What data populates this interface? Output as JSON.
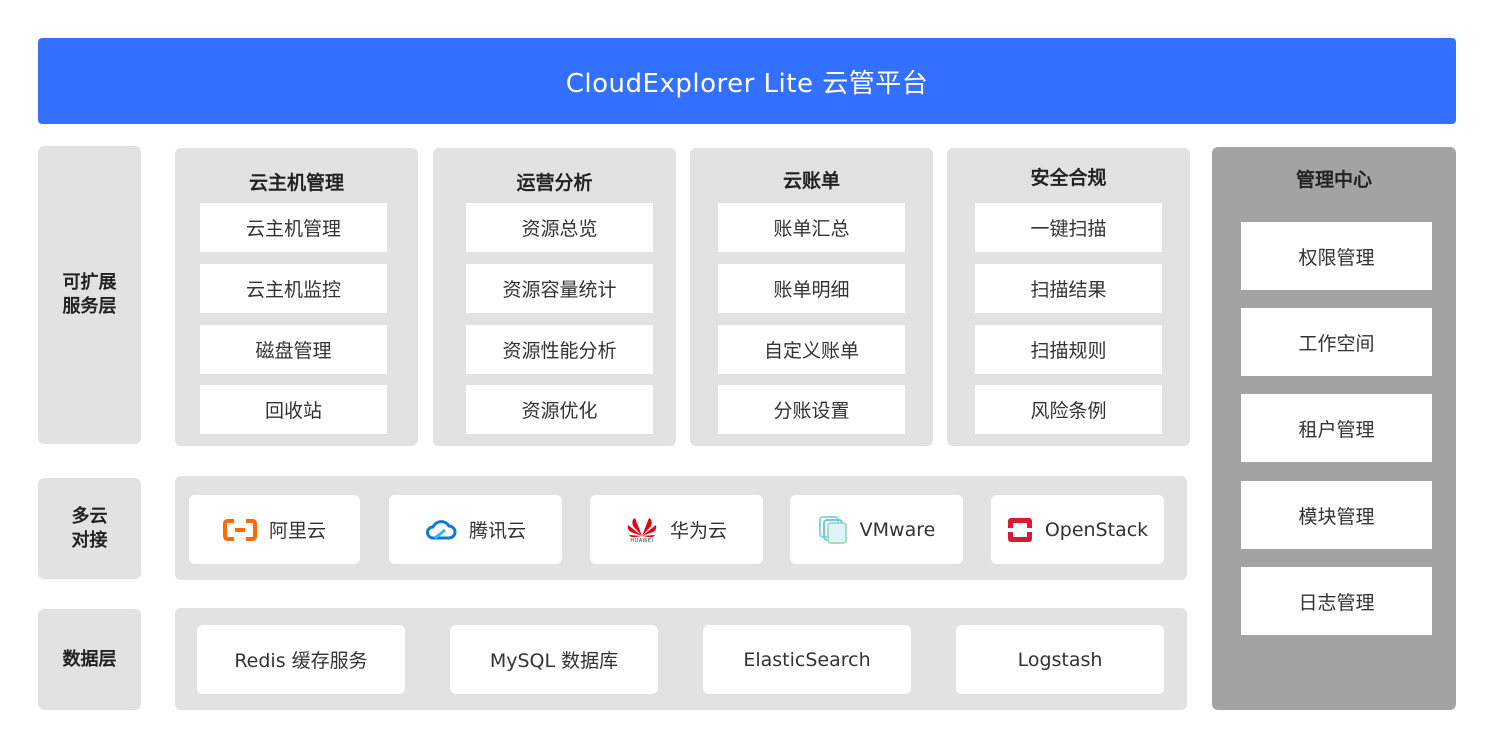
{
  "header": {
    "title": "CloudExplorer Lite 云管平台"
  },
  "layers": {
    "extensible": {
      "label_line1": "可扩展",
      "label_line2": "服务层"
    },
    "multicloud": {
      "label_line1": "多云",
      "label_line2": "对接"
    },
    "data": {
      "label": "数据层"
    }
  },
  "modules": [
    {
      "title": "云主机管理",
      "items": [
        "云主机管理",
        "云主机监控",
        "磁盘管理",
        "回收站"
      ]
    },
    {
      "title": "运营分析",
      "items": [
        "资源总览",
        "资源容量统计",
        "资源性能分析",
        "资源优化"
      ]
    },
    {
      "title": "云账单",
      "items": [
        "账单汇总",
        "账单明细",
        "自定义账单",
        "分账设置"
      ]
    },
    {
      "title": "安全合规",
      "items": [
        "一键扫描",
        "扫描结果",
        "扫描规则",
        "风险条例"
      ]
    }
  ],
  "management_center": {
    "title": "管理中心",
    "items": [
      "权限管理",
      "工作空间",
      "租户管理",
      "模块管理",
      "日志管理"
    ]
  },
  "clouds": [
    {
      "name": "阿里云",
      "icon": "aliyun-icon",
      "color": "#ff6a00"
    },
    {
      "name": "腾讯云",
      "icon": "tencent-cloud-icon",
      "color": "#0052d9"
    },
    {
      "name": "华为云",
      "icon": "huawei-icon",
      "color": "#e60012",
      "icon_caption": "HUAWEI"
    },
    {
      "name": "VMware",
      "icon": "vmware-icon",
      "color": "#6fc7e8"
    },
    {
      "name": "OpenStack",
      "icon": "openstack-icon",
      "color": "#da1a32"
    }
  ],
  "data_services": [
    "Redis 缓存服务",
    "MySQL 数据库",
    "ElasticSearch",
    "Logstash"
  ],
  "colors": {
    "header": "#3370ff",
    "panel": "#e2e2e2",
    "management_panel": "#a3a3a3"
  }
}
